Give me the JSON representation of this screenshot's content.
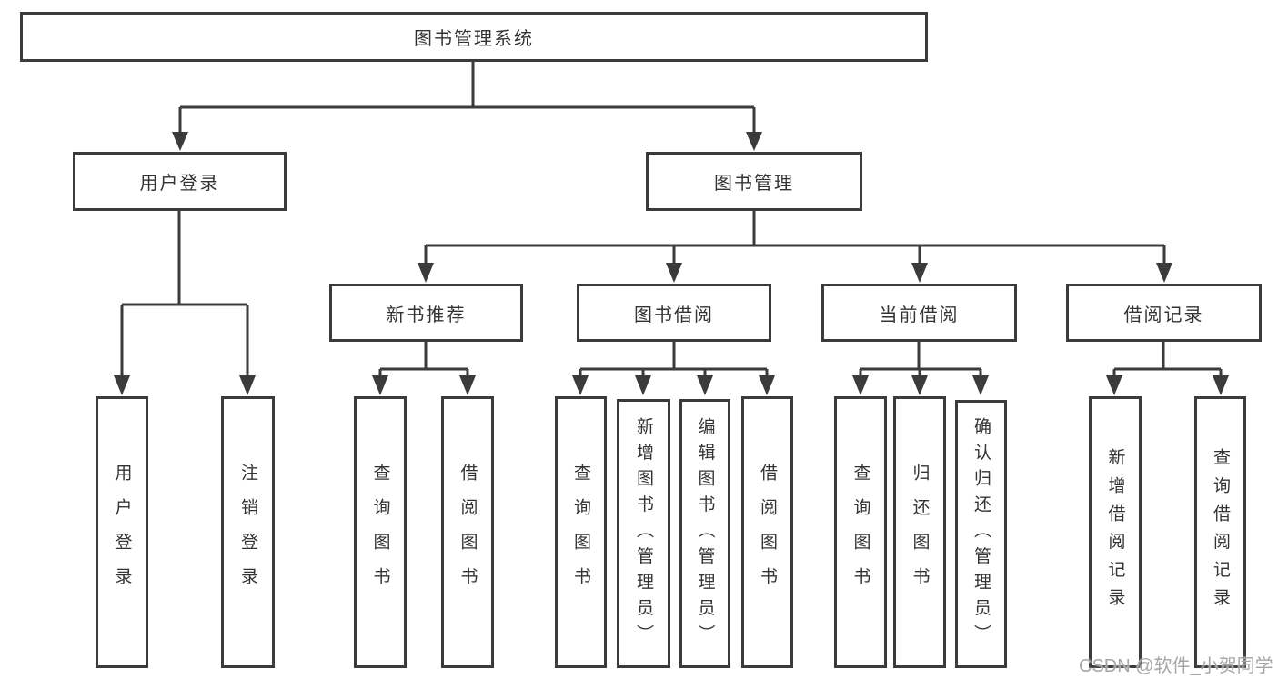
{
  "tree": {
    "root": "图书管理系统",
    "login": {
      "label": "用户登录",
      "children": [
        "用户登录",
        "注销登录"
      ]
    },
    "management": {
      "label": "图书管理",
      "groups": [
        {
          "label": "新书推荐",
          "children": [
            "查询图书",
            "借阅图书"
          ]
        },
        {
          "label": "图书借阅",
          "children": [
            "查询图书",
            "新增图书（管理员）",
            "编辑图书（管理员）",
            "借阅图书"
          ]
        },
        {
          "label": "当前借阅",
          "children": [
            "查询图书",
            "归还图书",
            "确认归还（管理员）"
          ]
        },
        {
          "label": "借阅记录",
          "children": [
            "新增借阅记录",
            "查询借阅记录"
          ]
        }
      ]
    }
  },
  "watermark": "CSDN @软件_小贺同学",
  "colors": {
    "line": "#3b3b3b",
    "box_border": "#3b3b3b",
    "text": "#333333",
    "watermark": "#a6a6a6",
    "background": "#ffffff"
  }
}
